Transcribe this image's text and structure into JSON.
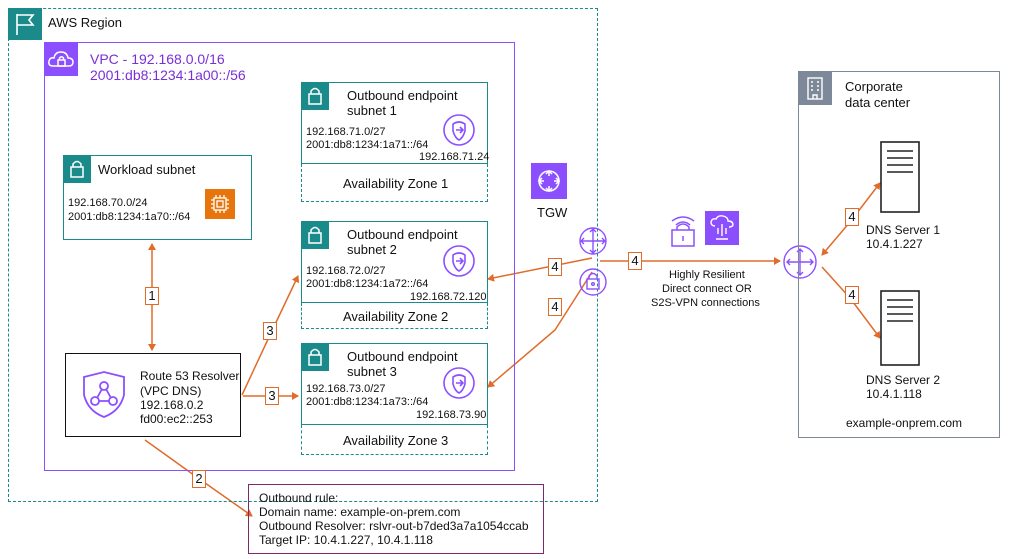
{
  "region": {
    "label": "AWS Region"
  },
  "vpc": {
    "label_line1": "VPC - 192.168.0.0/16",
    "label_line2": "2001:db8:1234:1a00::/56"
  },
  "workload": {
    "title": "Workload subnet",
    "cidr4": "192.168.70.0/24",
    "cidr6": "2001:db8:1234:1a70::/64"
  },
  "endpoints": [
    {
      "title1": "Outbound endpoint",
      "title2": "subnet 1",
      "cidr4": "192.168.71.0/27",
      "cidr6": "2001:db8:1234:1a71::/64",
      "ip": "192.168.71.24",
      "az": "Availability Zone 1"
    },
    {
      "title1": "Outbound endpoint",
      "title2": "subnet 2",
      "cidr4": "192.168.72.0/27",
      "cidr6": "2001:db8:1234:1a72::/64",
      "ip": "192.168.72.120",
      "az": "Availability Zone 2"
    },
    {
      "title1": "Outbound endpoint",
      "title2": "subnet 3",
      "cidr4": "192.168.73.0/27",
      "cidr6": "2001:db8:1234:1a73::/64",
      "ip": "192.168.73.90",
      "az": "Availability Zone 3"
    }
  ],
  "resolver": {
    "line1": "Route 53 Resolver",
    "line2": "(VPC DNS)",
    "line3": "192.168.0.2",
    "line4": "fd00:ec2::253"
  },
  "tgw": {
    "label": "TGW"
  },
  "connections": {
    "line1": "Highly Resilient",
    "line2": "Direct connect OR",
    "line3": "S2S-VPN connections"
  },
  "corporate": {
    "line1": "Corporate",
    "line2": "data center",
    "domain": "example-onprem.com"
  },
  "dns_servers": [
    {
      "name": "DNS Server 1",
      "ip": "10.4.1.227"
    },
    {
      "name": "DNS Server 2",
      "ip": "10.4.1.118"
    }
  ],
  "rule": {
    "line1": "Outbound rule:",
    "line2": "Domain name: example-on-prem.com",
    "line3": "Outbound Resolver: rslvr-out-b7ded3a7a1054ccab",
    "line4": "Target IP: 10.4.1.227, 10.4.1.118"
  },
  "steps": {
    "s1": "1",
    "s2": "2",
    "s3a": "3",
    "s3b": "3",
    "s4a": "4",
    "s4b": "4",
    "s4c": "4",
    "s4d": "4",
    "s4e": "4"
  },
  "colors": {
    "teal": "#1a8a8a",
    "purple": "#8c4fff",
    "orange": "#e06b2b",
    "ec2": "#e8740c",
    "gray": "#7d8998",
    "rule_border": "#7b2a6b"
  }
}
